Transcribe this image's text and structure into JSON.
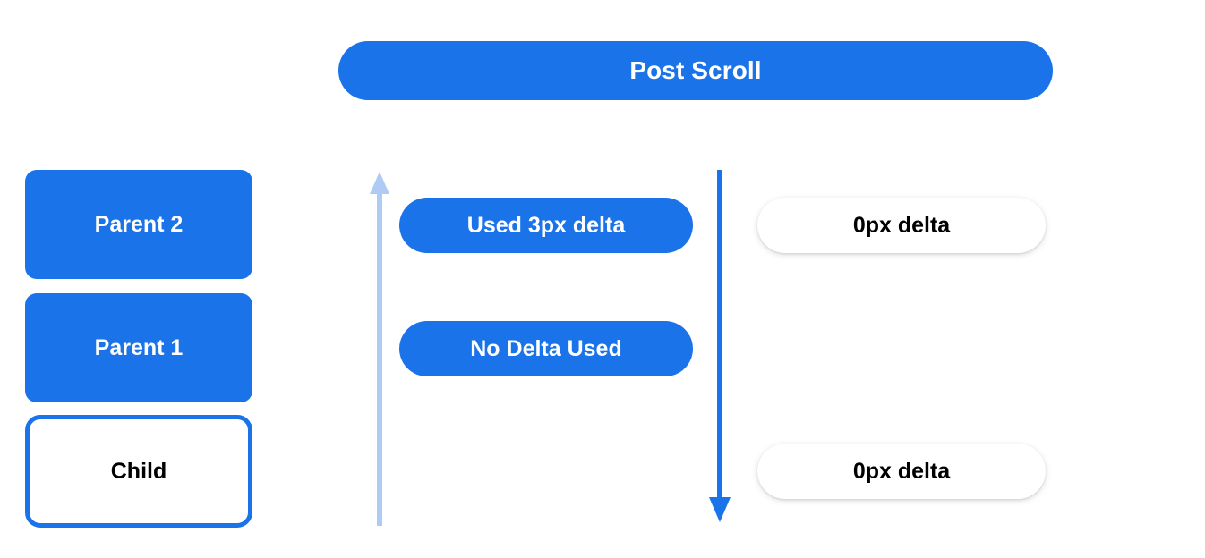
{
  "header": {
    "title": "Post Scroll"
  },
  "colors": {
    "accent_blue": "#1a73e8",
    "arrow_light_blue": "#aecbf5",
    "text_white": "#ffffff",
    "text_black": "#000000",
    "background": "#ffffff"
  },
  "hierarchy": {
    "nodes": [
      {
        "label": "Parent 2",
        "style": "filled"
      },
      {
        "label": "Parent 1",
        "style": "filled"
      },
      {
        "label": "Child",
        "style": "outlined"
      }
    ]
  },
  "arrows": [
    {
      "name": "bubble-up-arrow",
      "direction": "up",
      "color": "#aecbf5"
    },
    {
      "name": "scroll-down-arrow",
      "direction": "down",
      "color": "#1a73e8"
    }
  ],
  "consumption": {
    "pills": [
      {
        "label": "Used 3px delta",
        "style": "solid"
      },
      {
        "label": "No Delta Used",
        "style": "solid"
      }
    ]
  },
  "remaining": {
    "pills": [
      {
        "label": "0px delta",
        "style": "ghost"
      },
      {
        "label": "0px delta",
        "style": "ghost"
      }
    ]
  }
}
